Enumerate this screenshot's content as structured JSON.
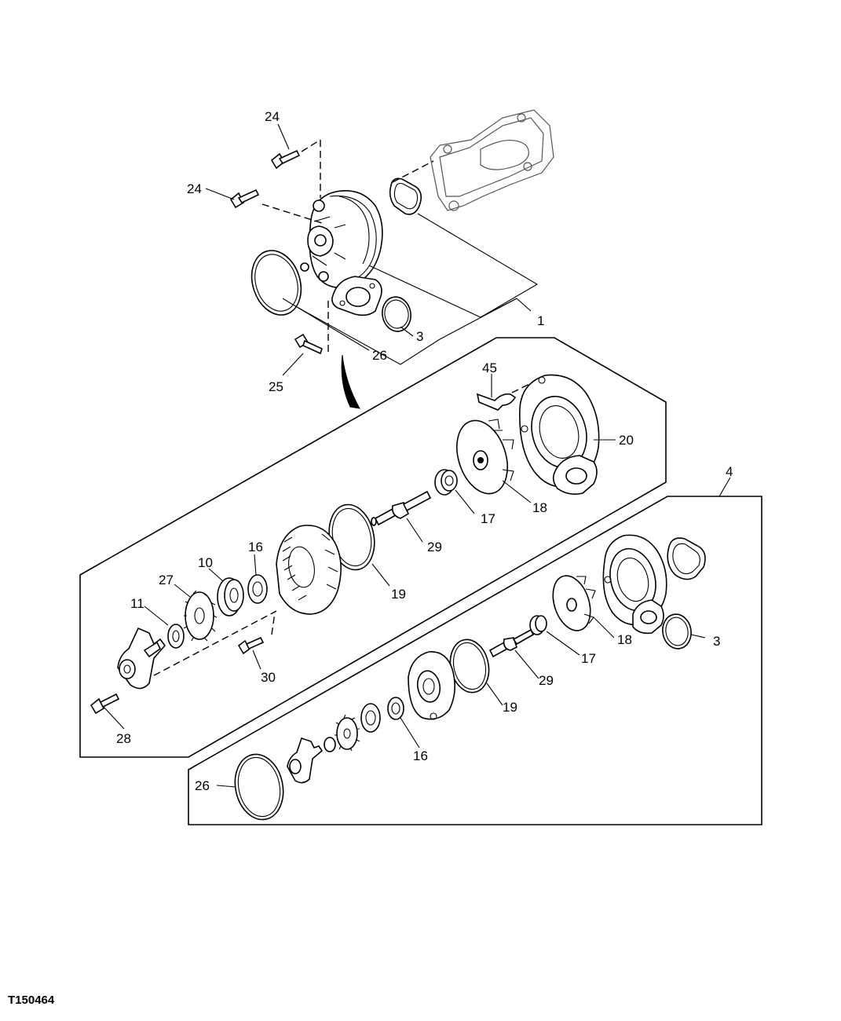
{
  "figure_id": "T150464",
  "callouts": [
    {
      "key": "c24a",
      "text": "24"
    },
    {
      "key": "c24b",
      "text": "24"
    },
    {
      "key": "c1",
      "text": "1"
    },
    {
      "key": "c3a",
      "text": "3"
    },
    {
      "key": "c26a",
      "text": "26"
    },
    {
      "key": "c25",
      "text": "25"
    },
    {
      "key": "c45",
      "text": "45"
    },
    {
      "key": "c20",
      "text": "20"
    },
    {
      "key": "c18a",
      "text": "18"
    },
    {
      "key": "c17a",
      "text": "17"
    },
    {
      "key": "c29a",
      "text": "29"
    },
    {
      "key": "c19a",
      "text": "19"
    },
    {
      "key": "c16a",
      "text": "16"
    },
    {
      "key": "c10",
      "text": "10"
    },
    {
      "key": "c27",
      "text": "27"
    },
    {
      "key": "c11",
      "text": "11"
    },
    {
      "key": "c30",
      "text": "30"
    },
    {
      "key": "c28",
      "text": "28"
    },
    {
      "key": "c4",
      "text": "4"
    },
    {
      "key": "c18b",
      "text": "18"
    },
    {
      "key": "c3b",
      "text": "3"
    },
    {
      "key": "c17b",
      "text": "17"
    },
    {
      "key": "c29b",
      "text": "29"
    },
    {
      "key": "c19b",
      "text": "19"
    },
    {
      "key": "c16b",
      "text": "16"
    },
    {
      "key": "c26b",
      "text": "26"
    }
  ]
}
